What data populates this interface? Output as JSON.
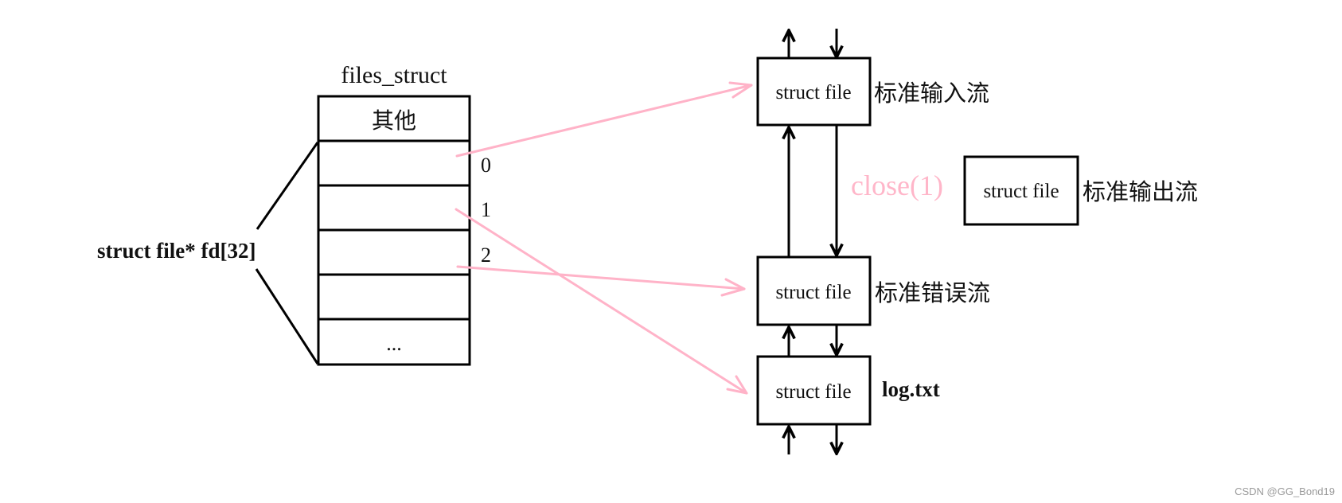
{
  "files_struct": {
    "title": "files_struct",
    "first_cell": "其他",
    "last_cell": "...",
    "fd_indices": [
      "0",
      "1",
      "2"
    ],
    "bracket_label": "struct file* fd[32]"
  },
  "file_nodes": [
    {
      "id": "stdin",
      "box_label": "struct file",
      "side_label": "标准输入流"
    },
    {
      "id": "stdout",
      "box_label": "struct file",
      "side_label": "标准输出流"
    },
    {
      "id": "stderr",
      "box_label": "struct file",
      "side_label": "标准错误流"
    },
    {
      "id": "log",
      "box_label": "struct file",
      "side_label": "log.txt"
    }
  ],
  "annotation": {
    "text": "close(1)",
    "color": "#ffb3c8"
  },
  "mappings": [
    {
      "fd": "0",
      "target": "stdin"
    },
    {
      "fd": "1",
      "target": "log"
    },
    {
      "fd": "2",
      "target": "stderr"
    }
  ],
  "watermark": "CSDN @GG_Bond19"
}
